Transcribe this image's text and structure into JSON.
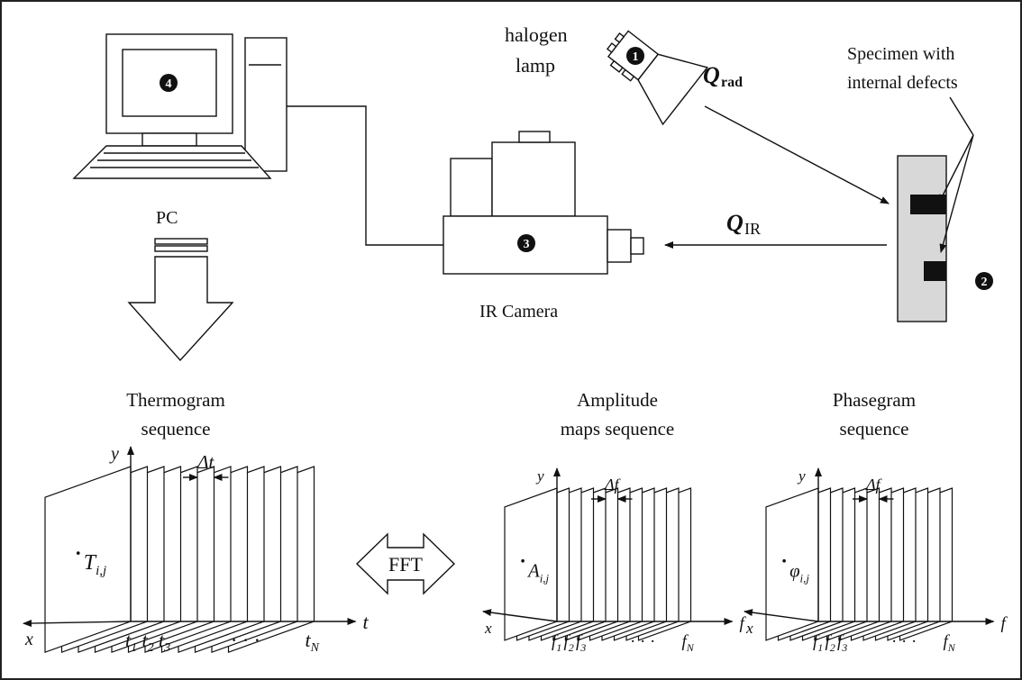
{
  "figure": {
    "labels": {
      "pc": "PC",
      "ir_camera": "IR Camera",
      "halogen_lamp_line1": "halogen",
      "halogen_lamp_line2": "lamp",
      "specimen_line1": "Specimen with",
      "specimen_line2": "internal defects",
      "q_rad_symbol": "Q",
      "q_rad_sub": "rad",
      "q_ir_symbol": "Q",
      "q_ir_sub": "IR",
      "fft": "FFT"
    },
    "markers": {
      "lamp": "1",
      "specimen": "2",
      "camera": "3",
      "pc": "4"
    },
    "sequences": [
      {
        "id": "thermogram",
        "title_line1": "Thermogram",
        "title_line2": "sequence",
        "var_main": "T",
        "var_sub": "i,j",
        "delta": "Δt",
        "axis_x": "x",
        "axis_y": "y",
        "axis_z": "t",
        "ticks": [
          "t1",
          "t2",
          "t3",
          "· · ·",
          "tN"
        ],
        "tick_main": [
          "t",
          "t",
          "t",
          "",
          "t"
        ],
        "tick_sub": [
          "1",
          "2",
          "3",
          "",
          "N"
        ]
      },
      {
        "id": "amplitude",
        "title_line1": "Amplitude",
        "title_line2": "maps sequence",
        "var_main": "A",
        "var_sub": "i,j",
        "delta": "Δf",
        "axis_x": "x",
        "axis_y": "y",
        "axis_z": "f",
        "tick_main": [
          "f",
          "f",
          "f",
          "",
          "f"
        ],
        "tick_sub": [
          "1",
          "2",
          "3",
          "",
          "N"
        ],
        "dots": "· · ·"
      },
      {
        "id": "phasegram",
        "title_line1": "Phasegram",
        "title_line2": "sequence",
        "var_main": "φ",
        "var_sub": "i,j",
        "delta": "Δf",
        "axis_x": "x",
        "axis_y": "y",
        "axis_z": "f",
        "tick_main": [
          "f",
          "f",
          "f",
          "",
          "f"
        ],
        "tick_sub": [
          "1",
          "2",
          "3",
          "",
          "N"
        ],
        "dots": "· · ·"
      }
    ]
  }
}
